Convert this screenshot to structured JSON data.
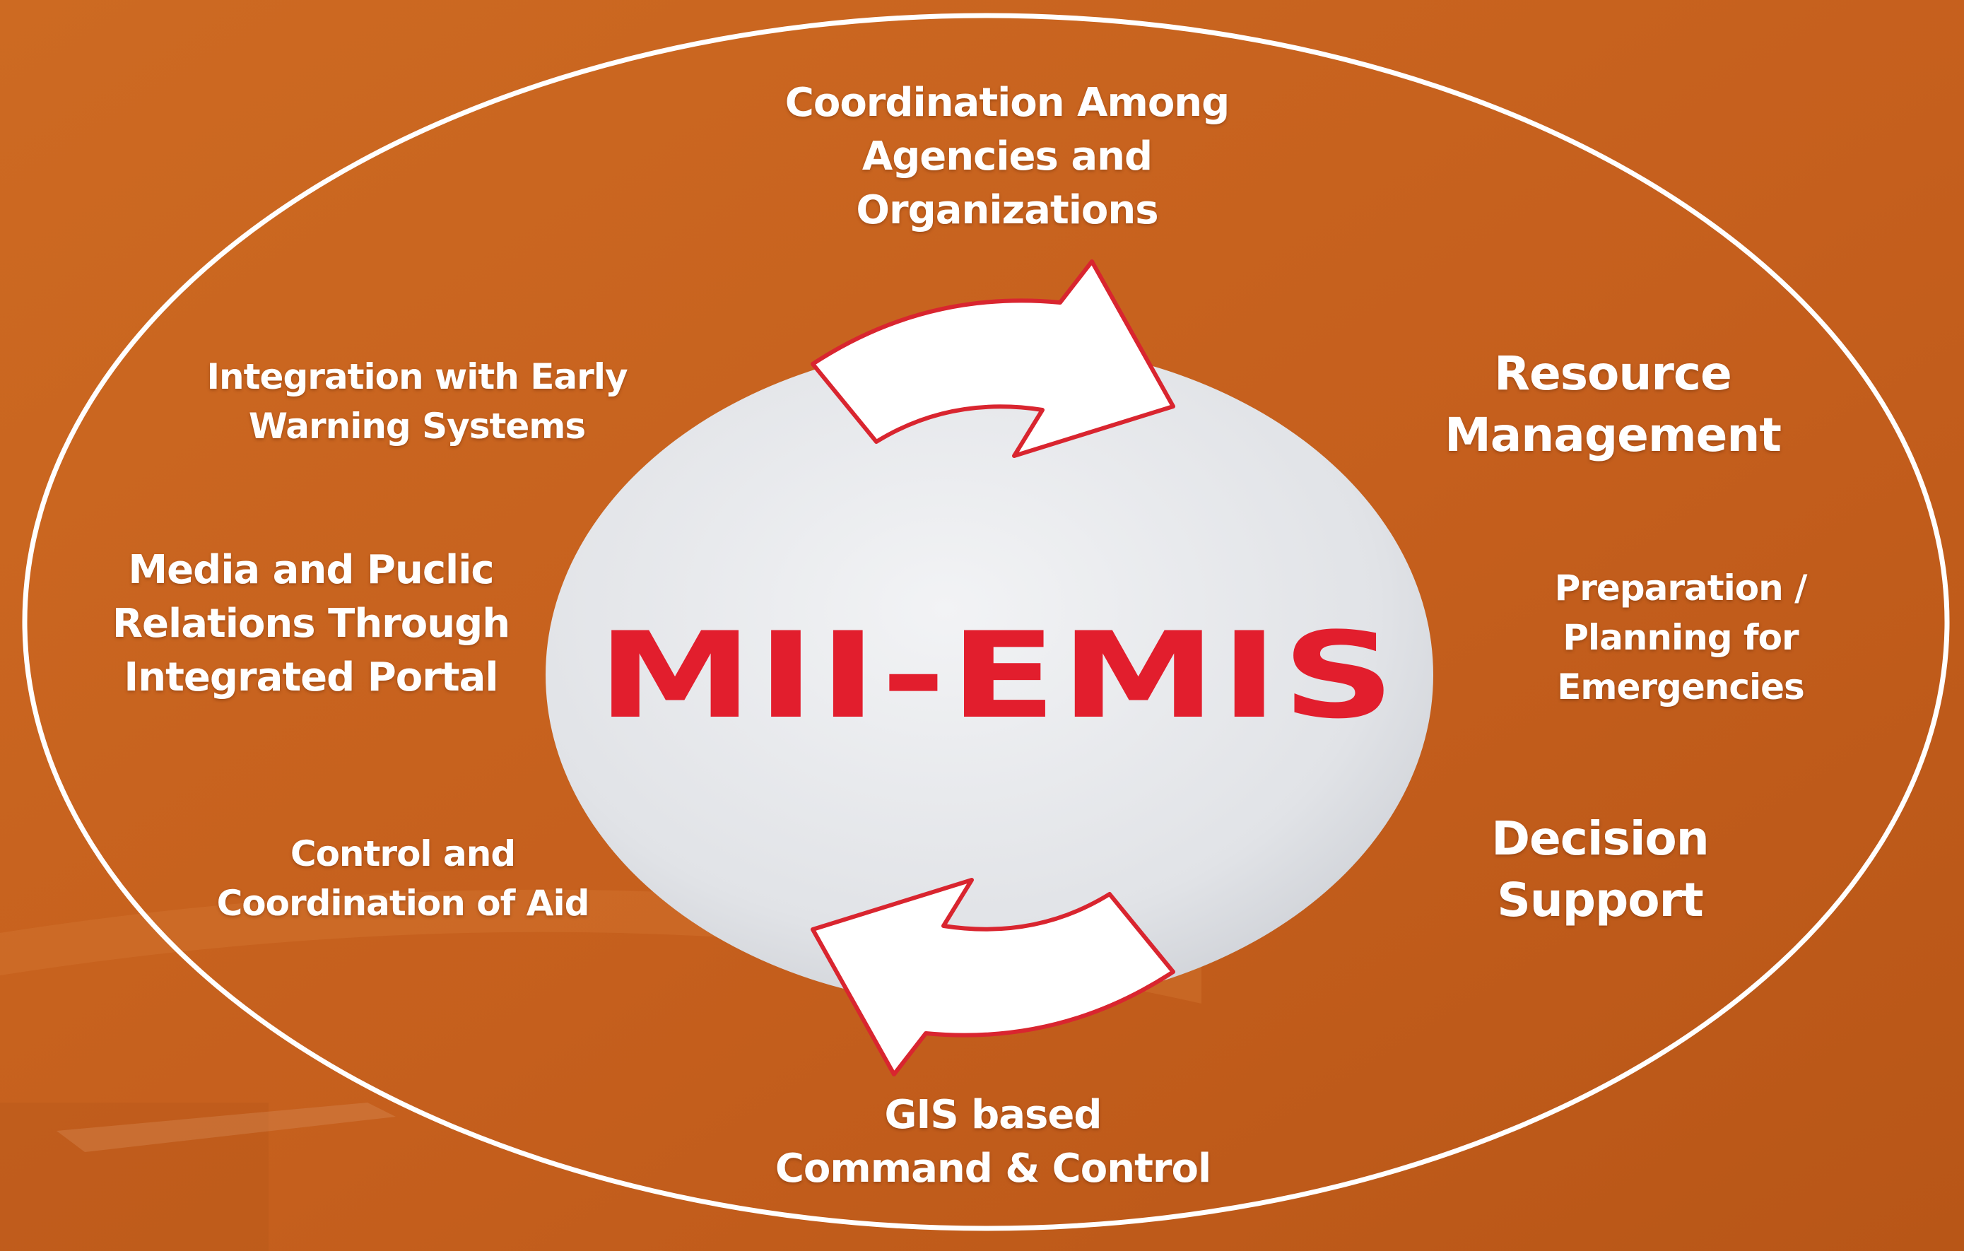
{
  "diagram": {
    "center_title": "MII-EMIS",
    "nodes": {
      "top": "Coordination Among\nAgencies and\nOrganizations",
      "upper_left": "Integration with Early\nWarning Systems",
      "mid_left": "Media and Puclic\nRelations Through\nIntegrated Portal",
      "lower_left": "Control and\nCoordination of Aid",
      "bottom": "GIS based\nCommand & Control",
      "upper_right": "Resource\nManagement",
      "mid_right": "Preparation / Planning for\nEmergencies",
      "lower_right": "Decision\nSupport"
    }
  },
  "colors": {
    "background": "#c9631f",
    "background_dark": "#a84c16",
    "outer_ring": "#ffffff",
    "inner_circle": "#e4e6ea",
    "arrow_fill": "#ffffff",
    "arrow_border": "#d9252f",
    "logo": "#e21e2d",
    "text": "#ffffff"
  },
  "icons": {
    "top_arrow": "curved-arrow-right-icon",
    "bottom_arrow": "curved-arrow-left-icon"
  }
}
